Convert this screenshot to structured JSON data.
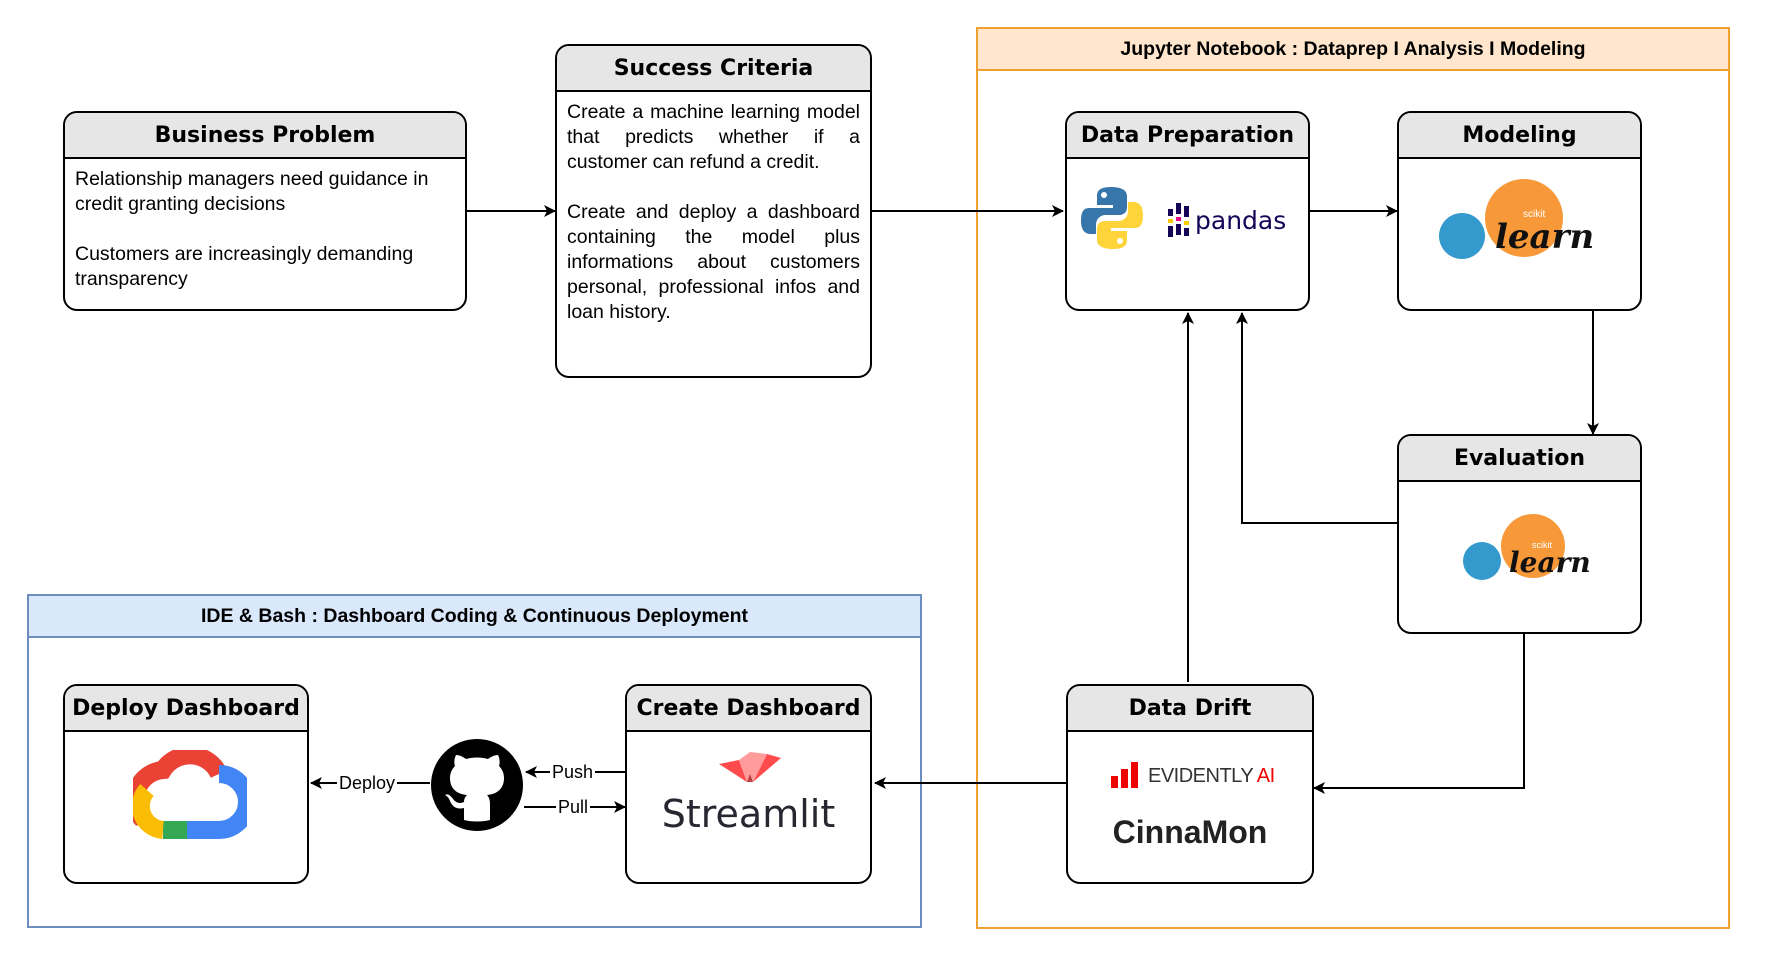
{
  "groups": {
    "jupyter": {
      "title": "Jupyter Notebook : Dataprep I Analysis I Modeling",
      "border_color": "#f0a030",
      "header_bg": "#ffe6cc"
    },
    "ide": {
      "title": "IDE & Bash  : Dashboard Coding & Continuous Deployment",
      "border_color": "#6c8ebf",
      "header_bg": "#dae8fc"
    }
  },
  "cards": {
    "business_problem": {
      "title": "Business Problem",
      "paragraphs": [
        "Relationship managers need guidance in credit granting decisions",
        "Customers are increasingly demanding transparency"
      ]
    },
    "success_criteria": {
      "title": "Success Criteria",
      "paragraphs": [
        "Create a machine learning model that predicts whether if a customer can refund a credit.",
        "Create and deploy a dashboard containing the model plus informations about customers personal, professional infos and loan history."
      ]
    },
    "data_preparation": {
      "title": "Data Preparation",
      "logos": {
        "python": "python-logo",
        "pandas": "pandas"
      }
    },
    "modeling": {
      "title": "Modeling",
      "logo": {
        "small": "scikit",
        "big": "learn"
      }
    },
    "evaluation": {
      "title": "Evaluation",
      "logo": {
        "small": "scikit",
        "big": "learn"
      }
    },
    "data_drift": {
      "title": "Data Drift",
      "evidently": {
        "main": "EVIDENTLY",
        "ai": "AI"
      },
      "cinnamon": "CinnaMon"
    },
    "create_dashboard": {
      "title": "Create Dashboard",
      "streamlit": "Streamlit"
    },
    "deploy_dashboard": {
      "title": "Deploy Dashboard",
      "logo": "google-cloud-logo"
    }
  },
  "edge_labels": {
    "deploy": "Deploy",
    "push": "Push",
    "pull": "Pull"
  },
  "icons": {
    "github": "github-icon"
  },
  "colors": {
    "python_blue": "#3776ab",
    "python_yellow": "#ffd43b",
    "pandas_navy": "#150458",
    "pandas_pink": "#e70488",
    "pandas_yellow": "#ffca00",
    "sklearn_orange": "#f89939",
    "sklearn_blue": "#3499cd",
    "evidently_red": "#ed0400",
    "streamlit_red": "#ff4b4b",
    "gc_red": "#ea4335",
    "gc_yellow": "#fbbc04",
    "gc_green": "#34a853",
    "gc_blue": "#4285f4"
  }
}
